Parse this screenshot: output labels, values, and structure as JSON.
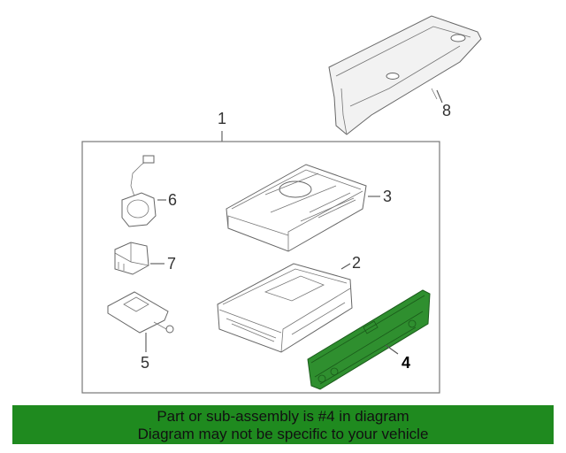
{
  "callouts": {
    "c1": "1",
    "c2": "2",
    "c3": "3",
    "c4": "4",
    "c5": "5",
    "c6": "6",
    "c7": "7",
    "c8": "8"
  },
  "highlight_color": "#2f8f2f",
  "footer": {
    "line1": "Part or sub-assembly is #4 in diagram",
    "line2": "Diagram may not be specific to your vehicle",
    "background": "#1f8a1f"
  }
}
